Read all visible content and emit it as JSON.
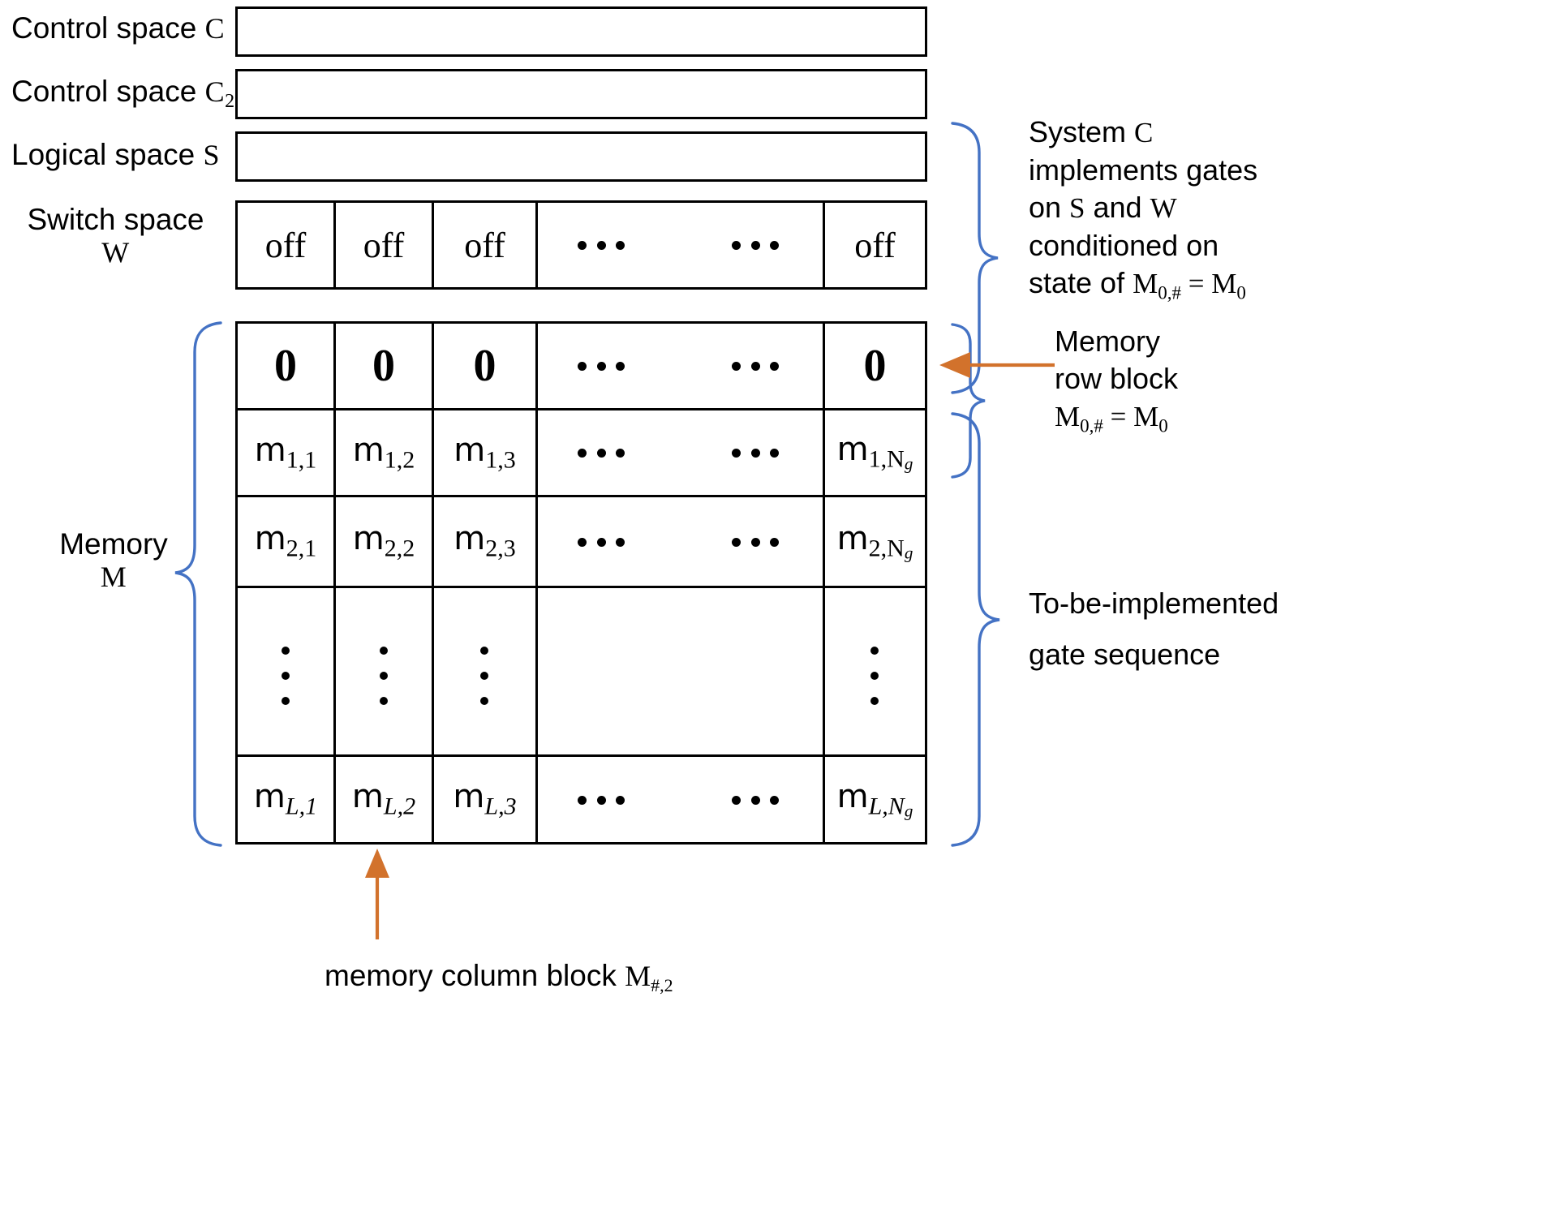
{
  "colors": {
    "brace": "#4472C4",
    "arrow": "#D2722C",
    "stroke": "#000000",
    "background": "#FFFFFF"
  },
  "left_labels": {
    "control_space_c": "Control space",
    "control_space_c_sym": "C",
    "control_space_c2": "Control space",
    "control_space_c2_sym": "C",
    "control_space_c2_sub": "2",
    "logical_space": "Logical space",
    "logical_space_sym": "S",
    "switch_space_line1": "Switch space",
    "switch_space_line2": "W",
    "memory_line1": "Memory",
    "memory_line2": "M"
  },
  "switch_row": {
    "cells": [
      "off",
      "off",
      "off",
      "",
      "",
      "off"
    ],
    "dots_left": "· · ·",
    "dots_right": "· · ·"
  },
  "memory": {
    "row0": {
      "cells": [
        "0",
        "0",
        "0",
        "",
        "",
        "0"
      ]
    },
    "rows": [
      {
        "cells": [
          {
            "base": "m",
            "sub": "1,1"
          },
          {
            "base": "m",
            "sub": "1,2"
          },
          {
            "base": "m",
            "sub": "1,3"
          },
          {
            "base": "",
            "sub": ""
          },
          {
            "base": "",
            "sub": ""
          },
          {
            "base": "m",
            "sub": "1,N",
            "subsub": "g"
          }
        ]
      },
      {
        "cells": [
          {
            "base": "m",
            "sub": "2,1"
          },
          {
            "base": "m",
            "sub": "2,2"
          },
          {
            "base": "m",
            "sub": "2,3"
          },
          {
            "base": "",
            "sub": ""
          },
          {
            "base": "",
            "sub": ""
          },
          {
            "base": "m",
            "sub": "2,N",
            "subsub": "g"
          }
        ]
      },
      {
        "cells": [
          {
            "base": "vdots"
          },
          {
            "base": "vdots"
          },
          {
            "base": "vdots"
          },
          {
            "base": ""
          },
          {
            "base": ""
          },
          {
            "base": "vdots"
          }
        ]
      },
      {
        "cells": [
          {
            "base": "m",
            "sub": "L,1"
          },
          {
            "base": "m",
            "sub": "L,2"
          },
          {
            "base": "m",
            "sub": "L,3"
          },
          {
            "base": "",
            "sub": ""
          },
          {
            "base": "",
            "sub": ""
          },
          {
            "base": "m",
            "sub": "L,N",
            "subsub": "g"
          }
        ]
      }
    ]
  },
  "annotations": {
    "system_c": {
      "line1_pre": "System ",
      "line1_sym": "C",
      "line2": "implements gates",
      "line3_pre": "on ",
      "line3_sym1": "S",
      "line3_mid": " and ",
      "line3_sym2": "W",
      "line4": "conditioned on",
      "line5_pre": "state of ",
      "line5_formula_m": "M",
      "line5_formula_sub": "0,#",
      "line5_eq": " = ",
      "line5_formula_m2": "M",
      "line5_formula_sub2": "0"
    },
    "memory_row_block": {
      "line1": "Memory",
      "line2": "row block",
      "line3_m": "M",
      "line3_sub": "0,#",
      "line3_eq": " = ",
      "line3_m2": "M",
      "line3_sub2": "0"
    },
    "gate_sequence": {
      "line1": "To-be-implemented",
      "line2": "gate sequence"
    },
    "bottom_caption": {
      "text": "memory column block ",
      "formula_m": "M",
      "formula_sub": "#,2"
    }
  },
  "icons": {
    "brace_right": "curly-brace-icon",
    "arrow_left": "arrow-left-icon",
    "arrow_up": "arrow-up-icon"
  }
}
